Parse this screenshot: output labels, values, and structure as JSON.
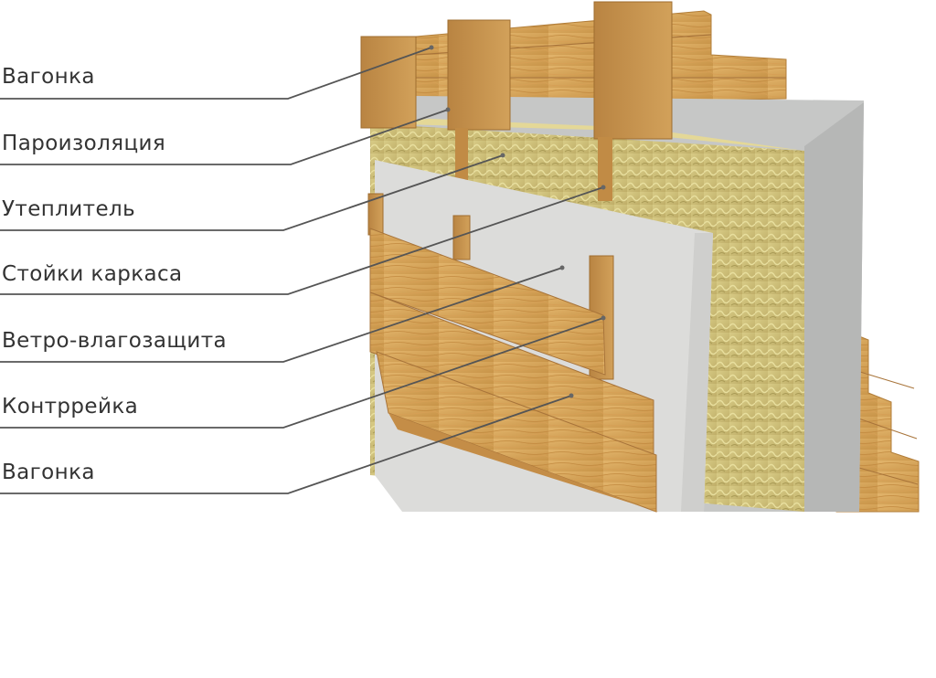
{
  "labels": [
    "Вагонка",
    "Пароизоляция",
    "Утеплитель",
    "Стойки каркаса",
    "Ветро-влагозащита",
    "Контррейка",
    "Вагонка"
  ],
  "colors": {
    "leader_line": "#555555",
    "label_text": "#333333",
    "wood": "#d9a95f",
    "wood_dark": "#b9853d",
    "insulation": "#cfc07a",
    "membrane_light": "#dcdcda",
    "membrane_dark": "#bdbebd"
  }
}
